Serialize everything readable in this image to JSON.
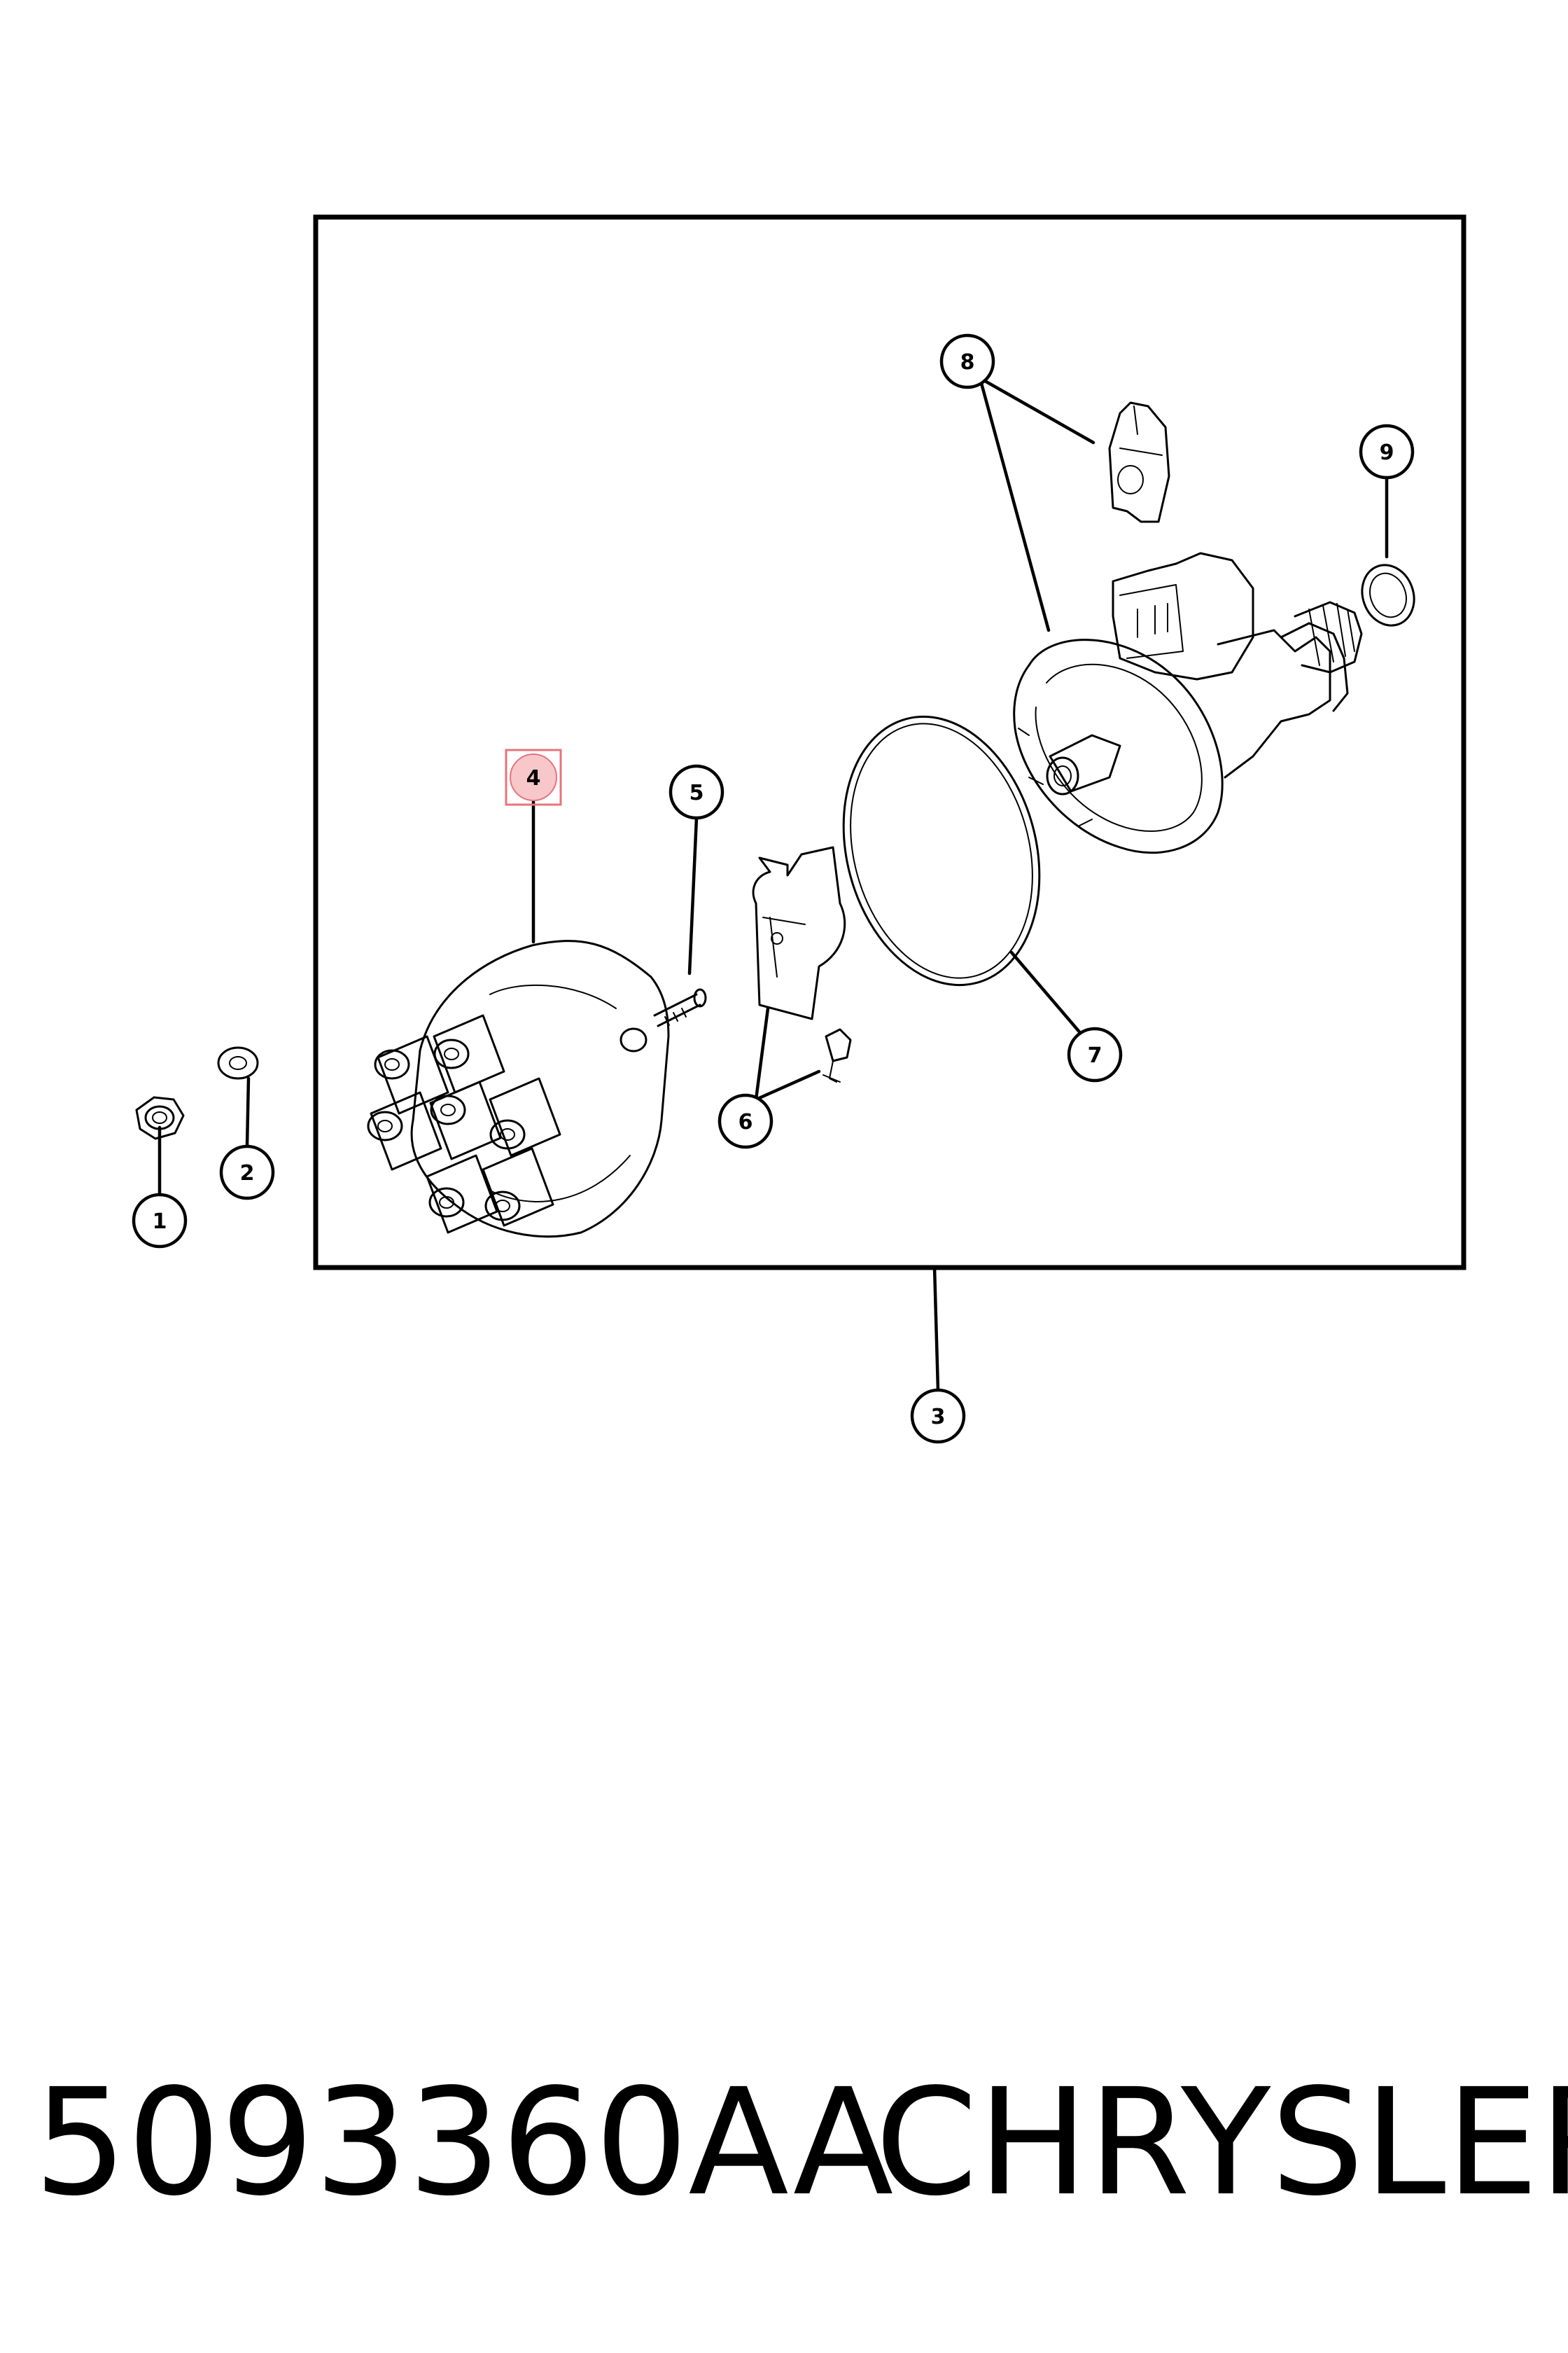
{
  "callouts": [
    {
      "id": "1",
      "label": "1"
    },
    {
      "id": "2",
      "label": "2"
    },
    {
      "id": "3",
      "label": "3"
    },
    {
      "id": "4",
      "label": "4",
      "highlighted": true
    },
    {
      "id": "5",
      "label": "5"
    },
    {
      "id": "6",
      "label": "6"
    },
    {
      "id": "7",
      "label": "7"
    },
    {
      "id": "8",
      "label": "8"
    },
    {
      "id": "9",
      "label": "9"
    }
  ],
  "highlight_color": "#e8737a",
  "footer": {
    "part_number": "5093360AA",
    "brand": "CHRYSLER"
  }
}
